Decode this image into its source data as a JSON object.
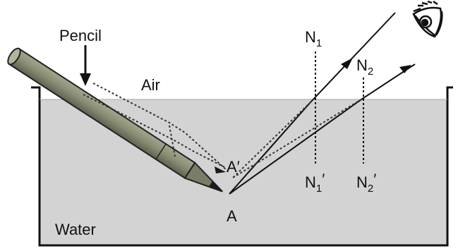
{
  "labels": {
    "pencil": "Pencil",
    "air": "Air",
    "water": "Water",
    "point_a": "A",
    "image_a_prime": "A′",
    "n1": {
      "base": "N",
      "sub": "1"
    },
    "n1_prime": {
      "base": "N",
      "sub": "1",
      "prime": "′"
    },
    "n2": {
      "base": "N",
      "sub": "2"
    },
    "n2_prime": {
      "base": "N",
      "sub": "2",
      "prime": "′"
    }
  },
  "colors": {
    "water": "#d3d3d3",
    "pencil_body": "#8a8d74",
    "pencil_dark": "#4d5040",
    "line": "#111111"
  },
  "icons": {
    "eye": "eye-icon",
    "pencil_pointer": "down-arrow-icon"
  }
}
